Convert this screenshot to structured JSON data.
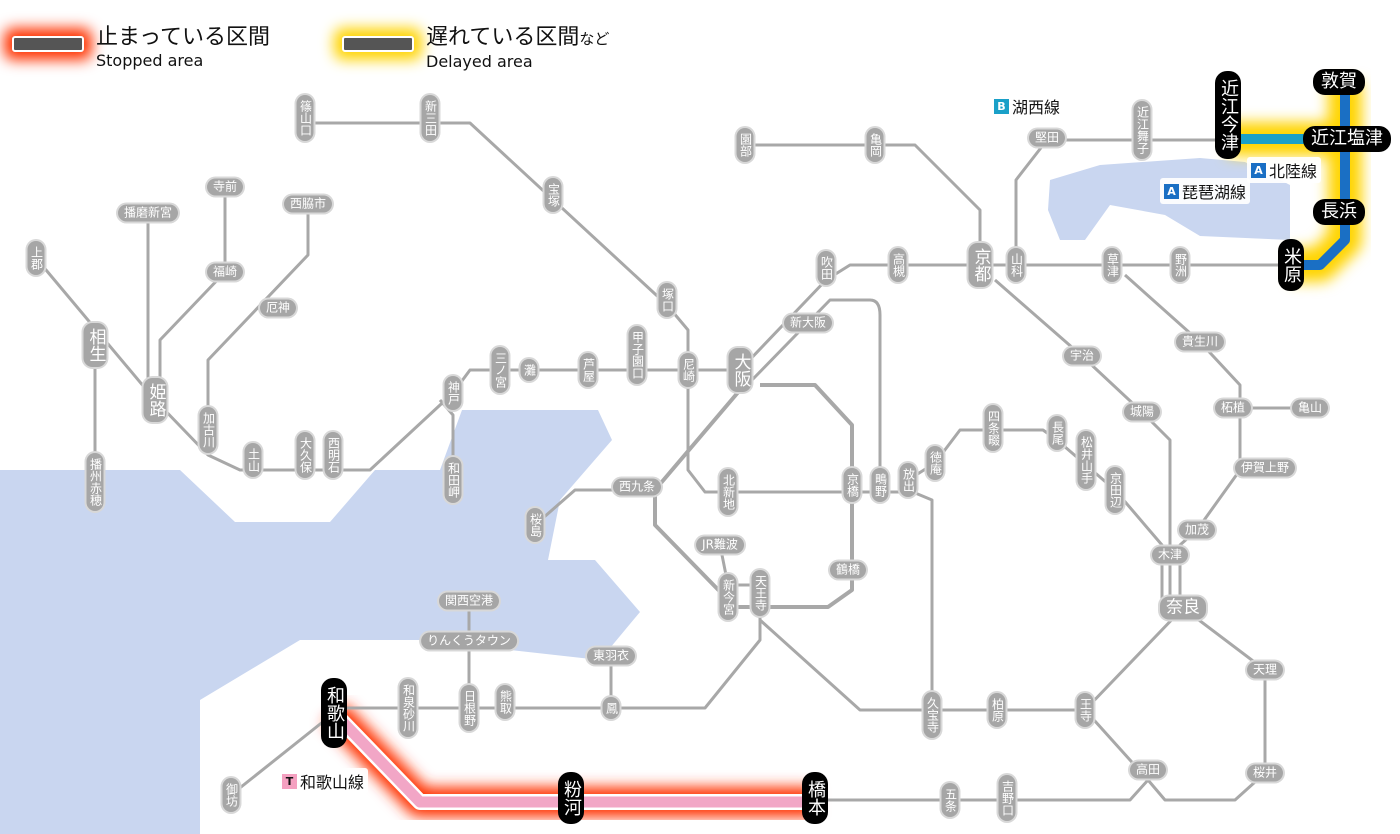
{
  "legend": {
    "stopped": {
      "label_ja": "止まっている区間",
      "label_en": "Stopped area",
      "color": "#ff3300"
    },
    "delayed": {
      "label_ja": "遅れている区間",
      "label_ja_suffix": "など",
      "label_en": "Delayed area",
      "color": "#ffd400"
    }
  },
  "line_labels": [
    {
      "badge": "B",
      "name": "湖西線",
      "color": "#1aa0c8"
    },
    {
      "badge": "A",
      "name": "北陸線",
      "color": "#1a6fc4"
    },
    {
      "badge": "A",
      "name": "琵琶湖線",
      "color": "#1a6fc4"
    },
    {
      "badge": "T",
      "name": "和歌山線",
      "color": "#f4a0c0"
    }
  ],
  "colors": {
    "normal_line": "#a8a8a8",
    "water": "#c9d6f0",
    "stopped_line": "#f2a6c6",
    "hokuriku": "#1a6fc4",
    "kosei": "#1aa0c8"
  },
  "stations": [
    {
      "name": "篠山口"
    },
    {
      "name": "新三田"
    },
    {
      "name": "宝塚"
    },
    {
      "name": "塚口"
    },
    {
      "name": "尼崎"
    },
    {
      "name": "大阪"
    },
    {
      "name": "新大阪"
    },
    {
      "name": "吹田"
    },
    {
      "name": "高槻"
    },
    {
      "name": "京都"
    },
    {
      "name": "山科"
    },
    {
      "name": "園部"
    },
    {
      "name": "亀岡"
    },
    {
      "name": "堅田"
    },
    {
      "name": "近江舞子"
    },
    {
      "name": "草津"
    },
    {
      "name": "野洲"
    },
    {
      "name": "甲子園口"
    },
    {
      "name": "芦屋"
    },
    {
      "name": "灘"
    },
    {
      "name": "三ノ宮"
    },
    {
      "name": "神戸"
    },
    {
      "name": "和田岬"
    },
    {
      "name": "西明石"
    },
    {
      "name": "大久保"
    },
    {
      "name": "土山"
    },
    {
      "name": "加古川"
    },
    {
      "name": "厄神"
    },
    {
      "name": "西脇市"
    },
    {
      "name": "姫路"
    },
    {
      "name": "福崎"
    },
    {
      "name": "寺前"
    },
    {
      "name": "播磨新宮"
    },
    {
      "name": "相生"
    },
    {
      "name": "上郡"
    },
    {
      "name": "播州赤穂"
    },
    {
      "name": "西九条"
    },
    {
      "name": "桜島"
    },
    {
      "name": "北新地"
    },
    {
      "name": "京橋"
    },
    {
      "name": "鴫野"
    },
    {
      "name": "放出"
    },
    {
      "name": "徳庵"
    },
    {
      "name": "四条畷"
    },
    {
      "name": "長尾"
    },
    {
      "name": "松井山手"
    },
    {
      "name": "京田辺"
    },
    {
      "name": "宇治"
    },
    {
      "name": "城陽"
    },
    {
      "name": "木津"
    },
    {
      "name": "加茂"
    },
    {
      "name": "奈良"
    },
    {
      "name": "伊賀上野"
    },
    {
      "name": "柘植"
    },
    {
      "name": "亀山"
    },
    {
      "name": "貴生川"
    },
    {
      "name": "天理"
    },
    {
      "name": "桜井"
    },
    {
      "name": "高田"
    },
    {
      "name": "王寺"
    },
    {
      "name": "柏原"
    },
    {
      "name": "久宝寺"
    },
    {
      "name": "吉野口"
    },
    {
      "name": "五条"
    },
    {
      "name": "鶴橋"
    },
    {
      "name": "天王寺"
    },
    {
      "name": "新今宮"
    },
    {
      "name": "JR難波"
    },
    {
      "name": "東羽衣"
    },
    {
      "name": "鳳"
    },
    {
      "name": "熊取"
    },
    {
      "name": "日根野"
    },
    {
      "name": "りんくうタウン"
    },
    {
      "name": "関西空港"
    },
    {
      "name": "和泉砂川"
    },
    {
      "name": "御坊"
    },
    {
      "name": "和歌山",
      "status": "stopped"
    },
    {
      "name": "粉河",
      "status": "stopped"
    },
    {
      "name": "橋本",
      "status": "stopped"
    },
    {
      "name": "近江今津",
      "status": "delayed"
    },
    {
      "name": "近江塩津",
      "status": "delayed"
    },
    {
      "name": "敦賀",
      "status": "delayed"
    },
    {
      "name": "長浜",
      "status": "delayed"
    },
    {
      "name": "米原",
      "status": "delayed"
    }
  ]
}
